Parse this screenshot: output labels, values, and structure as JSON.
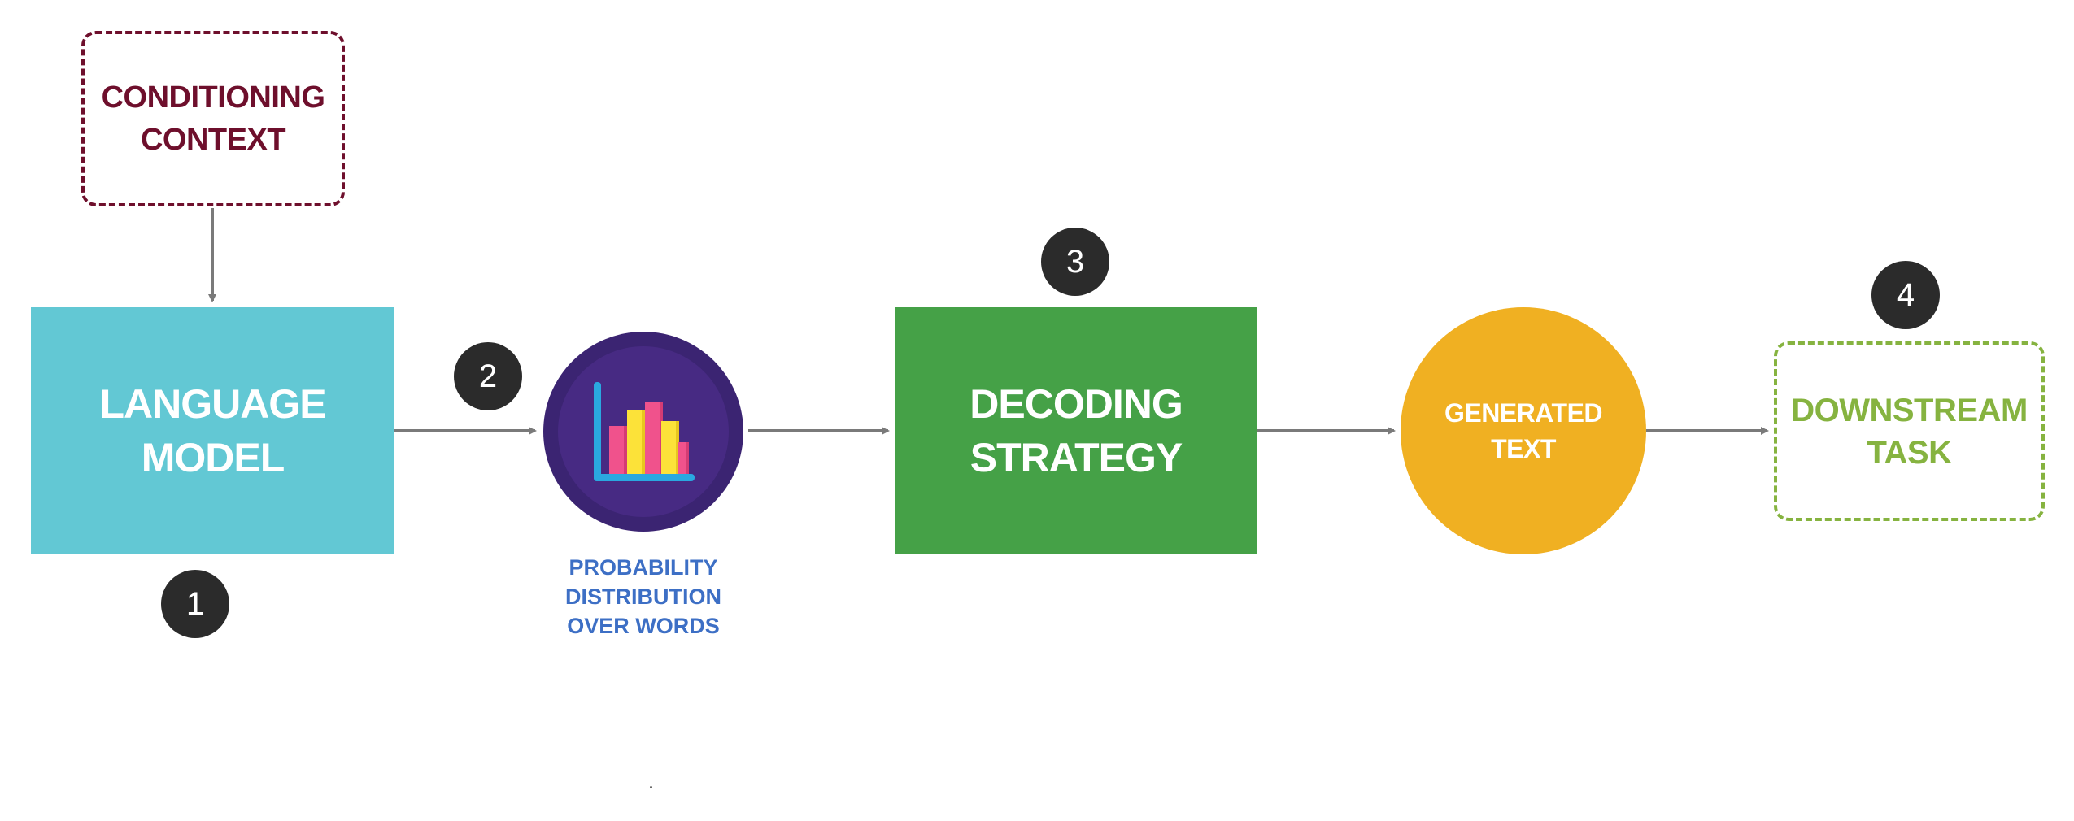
{
  "nodes": {
    "conditioning_context": {
      "line1": "CONDITIONING",
      "line2": "CONTEXT"
    },
    "language_model": {
      "line1": "LANGUAGE",
      "line2": "MODEL"
    },
    "probability_distribution": {
      "line1": "PROBABILITY",
      "line2": "DISTRIBUTION",
      "line3": "OVER WORDS"
    },
    "decoding_strategy": {
      "line1": "DECODING",
      "line2": "STRATEGY"
    },
    "generated_text": {
      "line1": "GENERATED",
      "line2": "TEXT"
    },
    "downstream_task": {
      "line1": "DOWNSTREAM",
      "line2": "TASK"
    }
  },
  "steps": {
    "step1": "1",
    "step2": "2",
    "step3": "3",
    "step4": "4"
  },
  "icons": {
    "probability_icon": "bar-chart-icon"
  },
  "colors": {
    "conditioning": "#6e0f2c",
    "language_model": "#62c8d4",
    "probability_circle": "#3b2472",
    "probability_label": "#3d6fc5",
    "decoding": "#45a147",
    "generated": "#f0b022",
    "downstream": "#86b340",
    "badge": "#2b2b2b",
    "arrow": "#7a7a7a"
  }
}
